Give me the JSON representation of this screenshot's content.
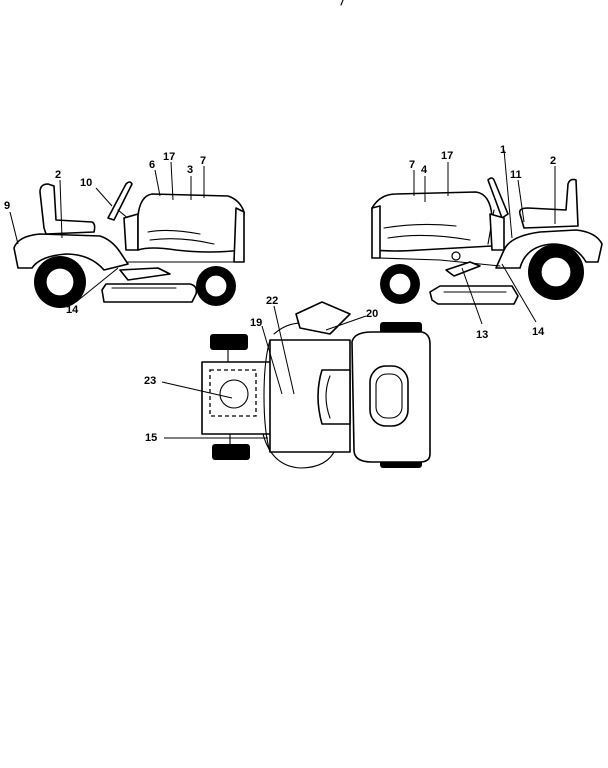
{
  "labels": {
    "left_mower": [
      "9",
      "2",
      "10",
      "6",
      "17",
      "3",
      "7",
      "14"
    ],
    "right_mower": [
      "7",
      "4",
      "17",
      "1",
      "11",
      "2",
      "13",
      "14"
    ],
    "top_view": [
      "22",
      "20",
      "19",
      "23",
      "15"
    ]
  }
}
